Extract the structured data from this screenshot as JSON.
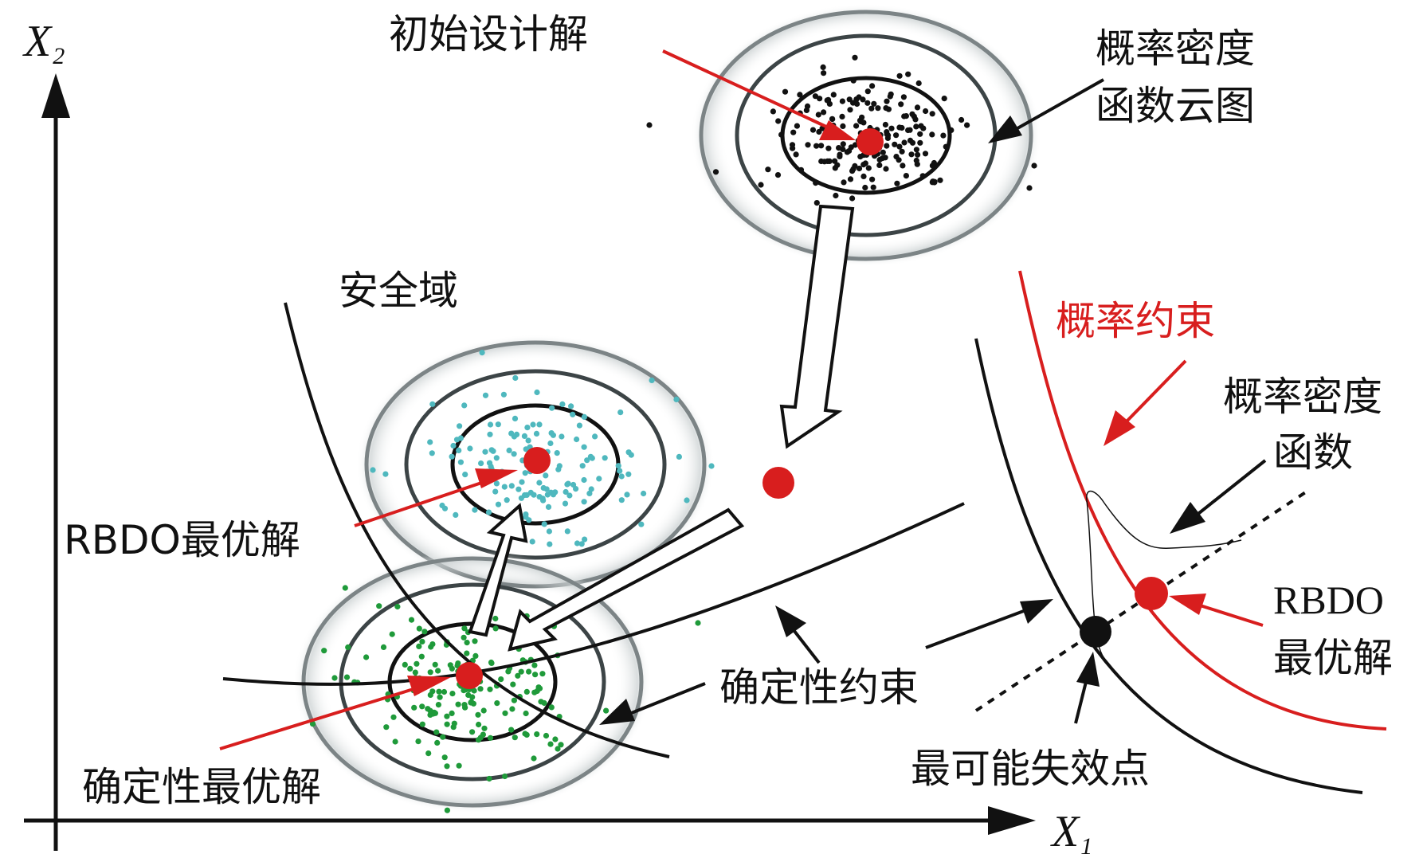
{
  "axes": {
    "x": {
      "name": "X",
      "subscript": "1"
    },
    "y": {
      "name": "X",
      "subscript": "2"
    }
  },
  "labels": {
    "initial_design": "初始设计解",
    "pdf_cloud_line1": "概率密度",
    "pdf_cloud_line2": "函数云图",
    "safe_region": "安全域",
    "prob_constraint": "概率约束",
    "pdf_line1": "概率密度",
    "pdf_line2": "函数",
    "rbdo_optimum_left": "RBDO最优解",
    "rbdo_optimum_right_line1": "RBDO",
    "rbdo_optimum_right_line2": "最优解",
    "deterministic_constraint": "确定性约束",
    "deterministic_optimum": "确定性最优解",
    "mpp": "最可能失效点"
  },
  "colors": {
    "ink": "#111111",
    "accent_red": "#d81e1e",
    "cloud_dots_black": "#111111",
    "cloud_dots_cyan": "#4fb8be",
    "cloud_dots_green": "#1f9a3a",
    "ring_outer": "#7c8486",
    "ring_middle": "#3c4446",
    "ring_inner": "#111111"
  }
}
